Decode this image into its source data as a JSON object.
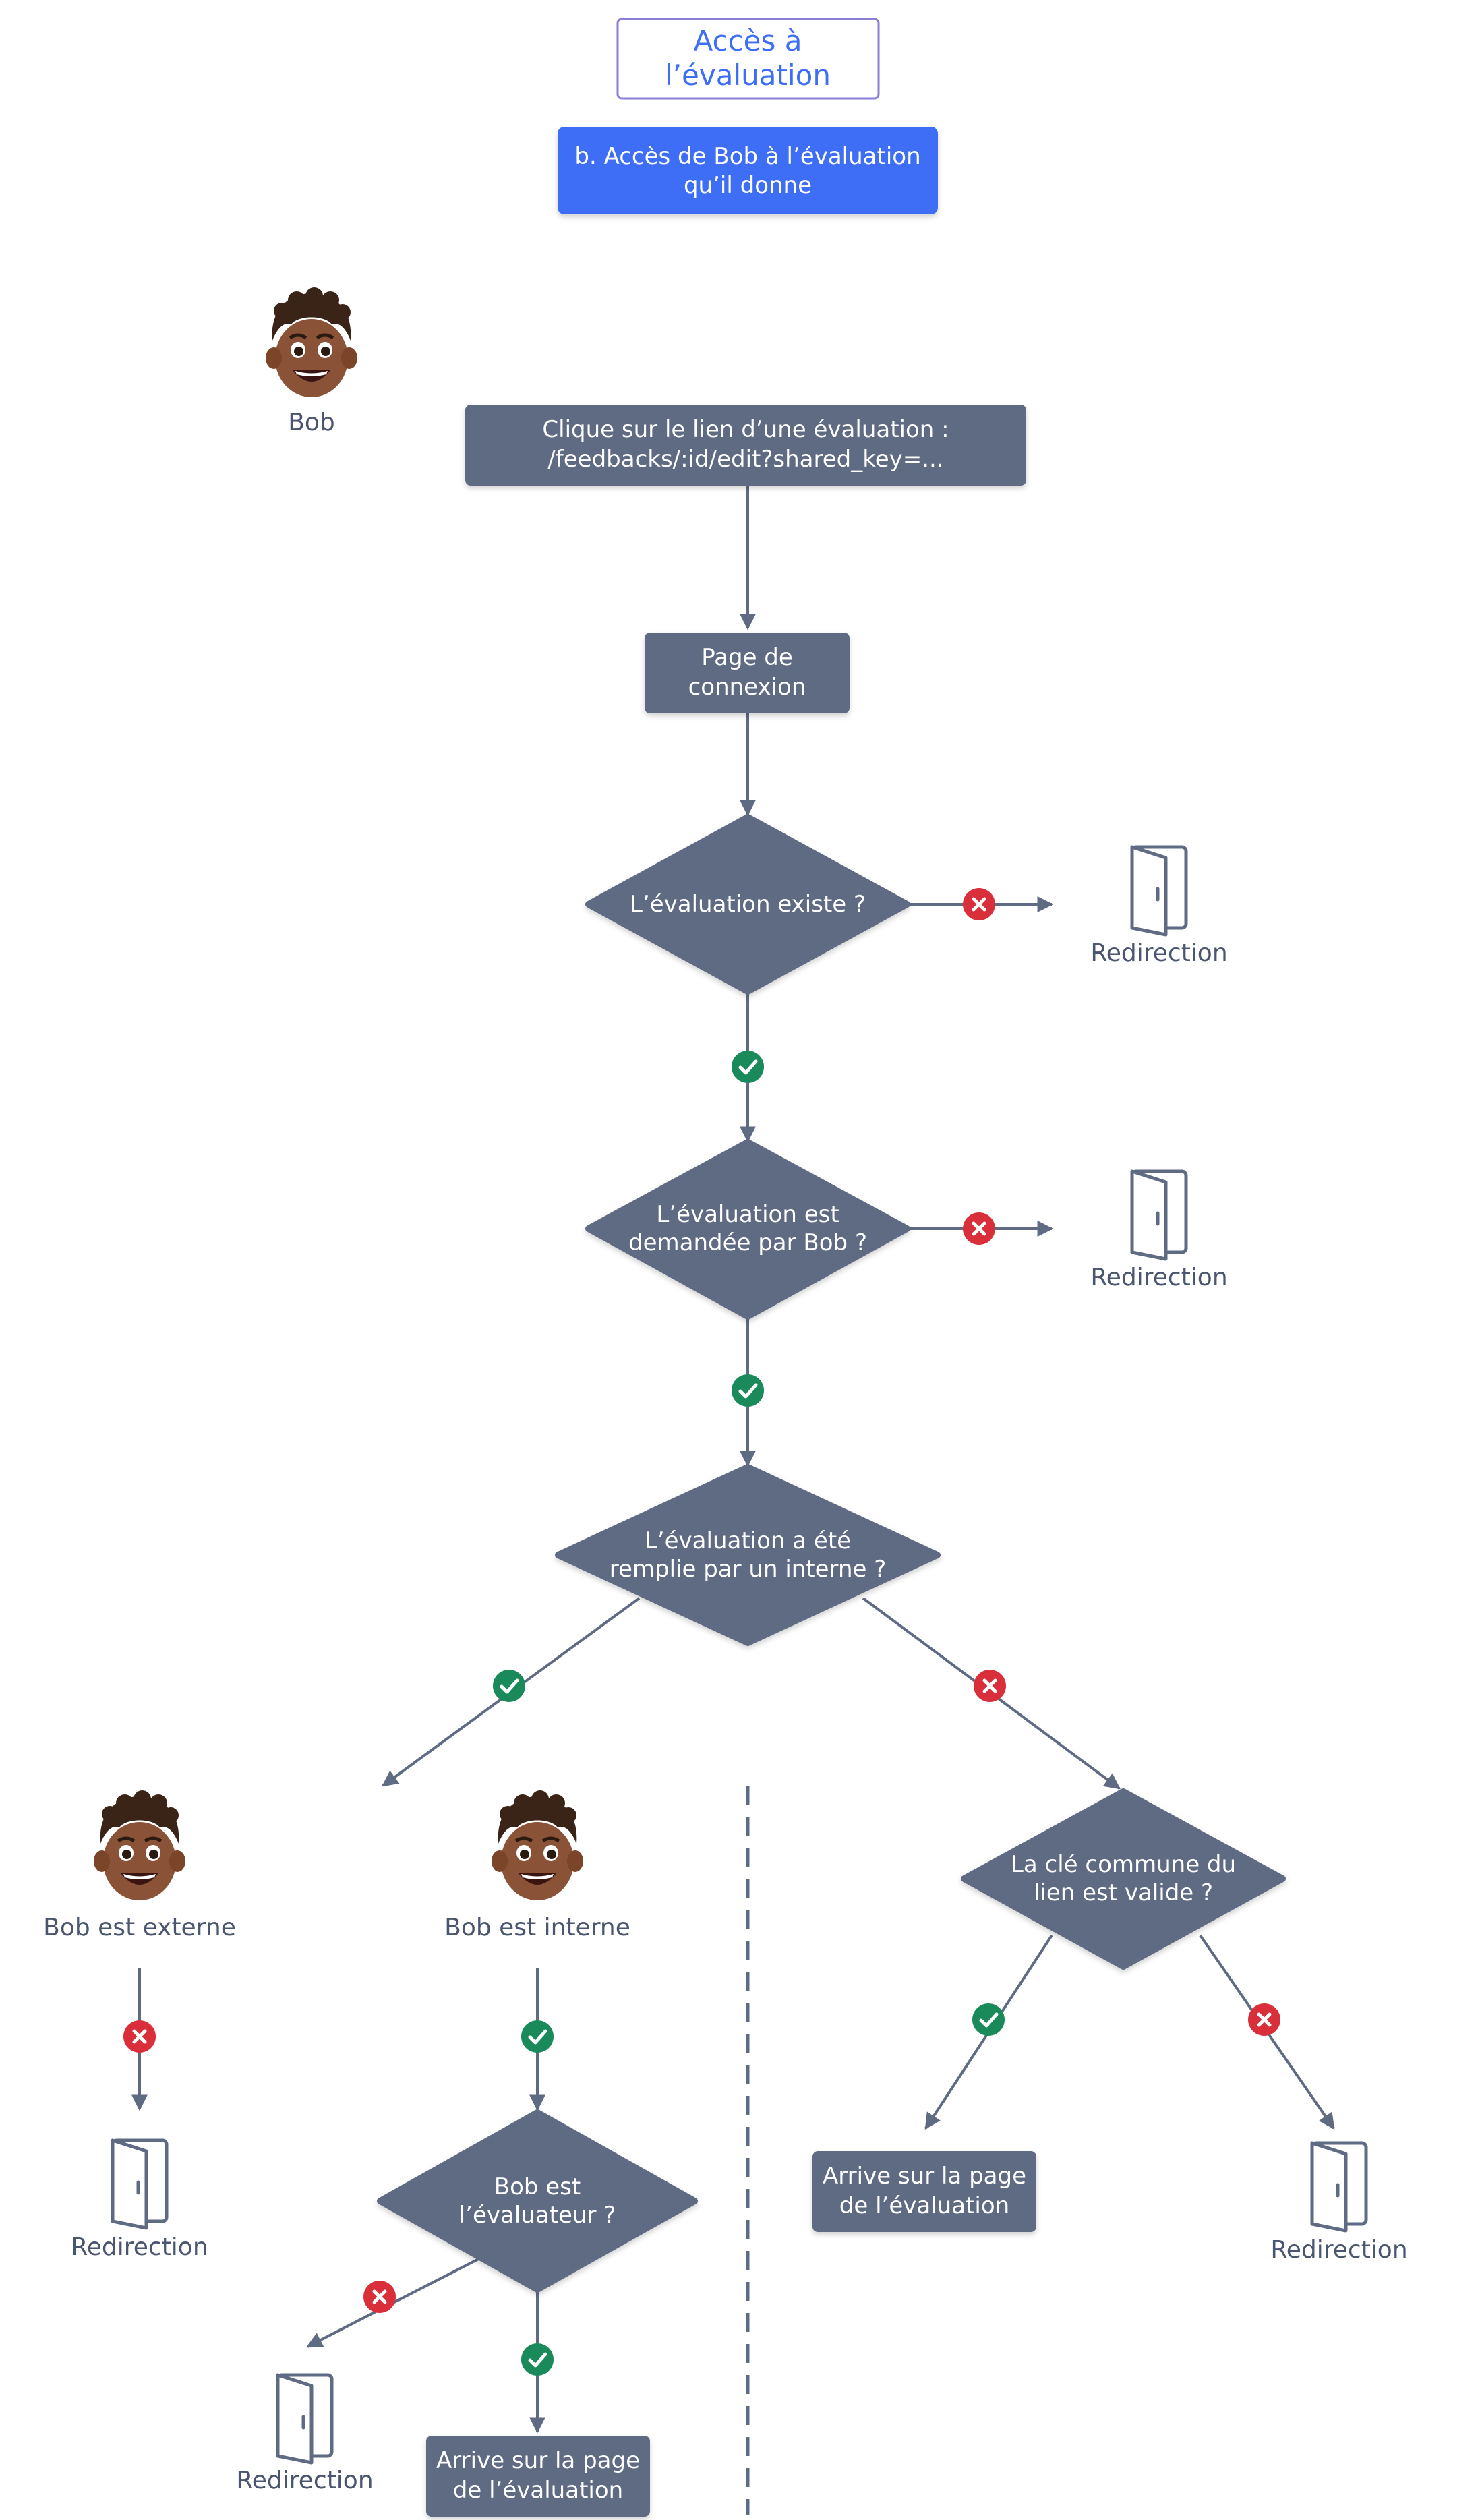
{
  "header": {
    "title_line1": "Accès à",
    "title_line2": "l’évaluation",
    "subtitle_line1": "b. Accès de Bob à l’évaluation",
    "subtitle_line2": "qu’il donne"
  },
  "actors": {
    "bob": "Bob",
    "bob_external": "Bob est externe",
    "bob_internal": "Bob est interne"
  },
  "steps": {
    "click_link_line1": "Clique sur le lien d’une évaluation :",
    "click_link_line2": "/feedbacks/:id/edit?shared_key=...",
    "login_line1": "Page de",
    "login_line2": "connexion",
    "arrive_left_line1": "Arrive sur la page",
    "arrive_left_line2": "de l’évaluation",
    "arrive_right_line1": "Arrive sur la page",
    "arrive_right_line2": "de l’évaluation"
  },
  "decisions": {
    "exists": "L’évaluation existe ?",
    "requested_line1": "L’évaluation est",
    "requested_line2": "demandée par Bob ?",
    "filled_line1": "L’évaluation a été",
    "filled_line2": "remplie par un interne ?",
    "evaluator_line1": "Bob est",
    "evaluator_line2": "l’évaluateur ?",
    "key_line1": "La clé commune du",
    "key_line2": "lien est valide ?"
  },
  "outcomes": {
    "redirection_1": "Redirection",
    "redirection_2": "Redirection",
    "redirection_3": "Redirection",
    "redirection_4": "Redirection",
    "redirection_5": "Redirection"
  },
  "colors": {
    "node_fill": "#5e6b83",
    "subtitle_fill": "#3d6ef5",
    "title_text": "#3d6ef5",
    "title_border": "#8a7fd6",
    "yes": "#1b8a5a",
    "no": "#d92f3a",
    "line": "#5e6b83",
    "label_text": "#4a5670"
  },
  "icons": {
    "yes": "check-icon",
    "no": "cross-icon",
    "redirection": "door-icon",
    "avatar": "memoji-avatar-icon"
  }
}
